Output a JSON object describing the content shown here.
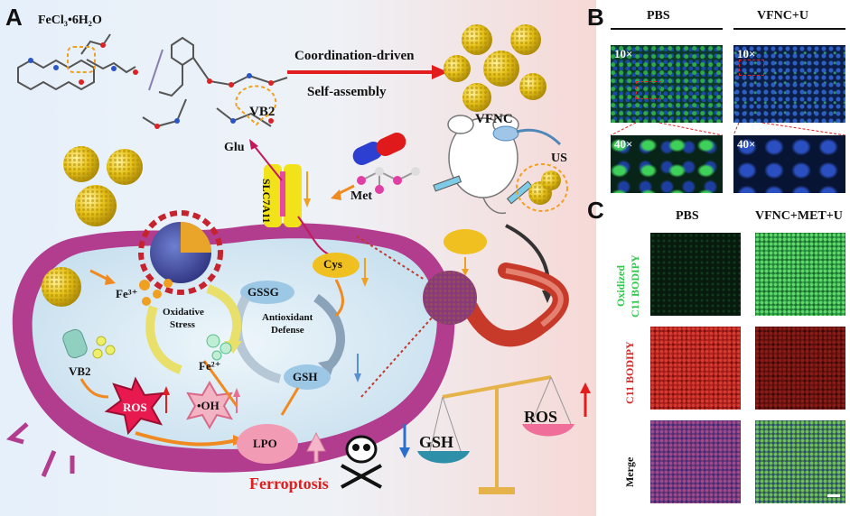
{
  "panel_labels": {
    "a": "A",
    "b": "B",
    "c": "C"
  },
  "panel_a": {
    "reagent": "FeCl₃•6H₂O",
    "ligand": "VB2",
    "arrow_top": "Coordination-driven",
    "arrow_bottom": "Self-assembly",
    "product": "VFNC",
    "glu": "Glu",
    "transporter": "SLC7A11",
    "met": "Met",
    "us": "US",
    "cys": "Cys",
    "fe3": "Fe³⁺",
    "fe2": "Fe²⁺",
    "oxidative_1": "Oxidative",
    "oxidative_2": "Stress",
    "gssg": "GSSG",
    "antiox_1": "Antioxidant",
    "antiox_2": "Defense",
    "gsh": "GSH",
    "vb2_cell": "VB2",
    "ros": "ROS",
    "oh": "•OH",
    "lpo": "LPO",
    "ferroptosis": "Ferroptosis",
    "balance_gsh": "GSH",
    "balance_ros": "ROS"
  },
  "panel_b": {
    "col1": "PBS",
    "col2": "VFNC+U",
    "mag_low": "10×",
    "mag_high": "40×"
  },
  "panel_c": {
    "col1": "PBS",
    "col2": "VFNC+MET+U",
    "row1_a": "Oxidized",
    "row1_b": "C11 BODIPY",
    "row2": "C11 BODIPY",
    "row3": "Merge"
  },
  "colors": {
    "green_stain": "#2fa84a",
    "red_stain": "#b3201c",
    "merge_stain": "#6a2f6e",
    "nucleus_blue": "#1f4fa0",
    "membrane": "#b23d8f",
    "nanoparticle": "#e3c419",
    "arrow_red": "#e21d1d"
  }
}
